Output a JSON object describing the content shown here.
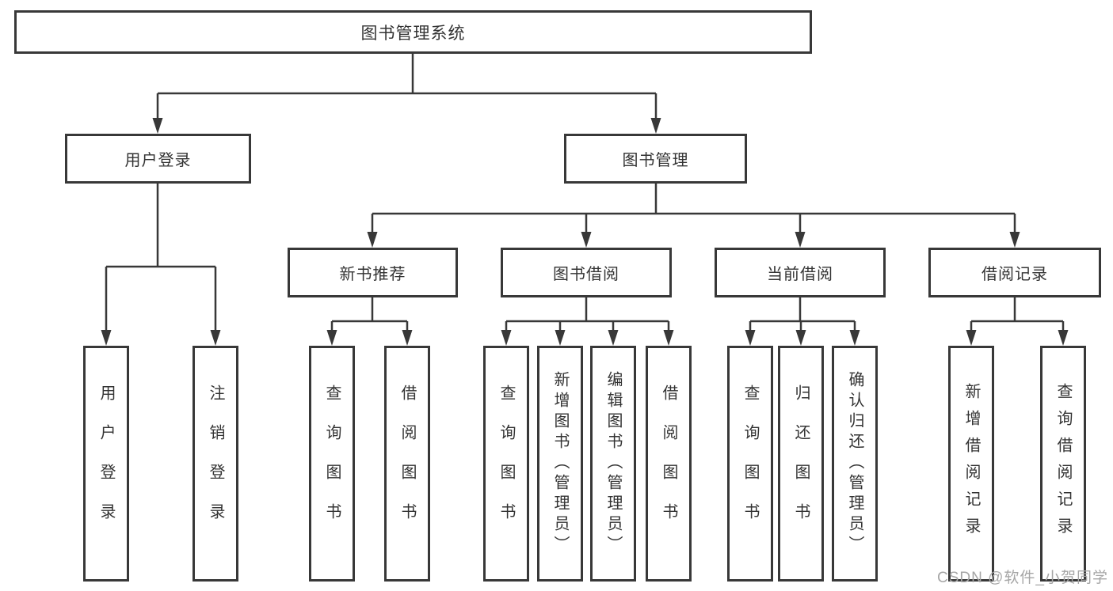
{
  "diagram": {
    "root": {
      "label": "图书管理系统"
    },
    "level2": [
      {
        "label": "用户登录"
      },
      {
        "label": "图书管理"
      }
    ],
    "level3": [
      {
        "label": "新书推荐",
        "parent": "图书管理"
      },
      {
        "label": "图书借阅",
        "parent": "图书管理"
      },
      {
        "label": "当前借阅",
        "parent": "图书管理"
      },
      {
        "label": "借阅记录",
        "parent": "图书管理"
      }
    ],
    "leaves": [
      {
        "label": "用户登录",
        "parent": "用户登录"
      },
      {
        "label": "注销登录",
        "parent": "用户登录"
      },
      {
        "label": "查询图书",
        "parent": "新书推荐"
      },
      {
        "label": "借阅图书",
        "parent": "新书推荐"
      },
      {
        "label": "查询图书",
        "parent": "图书借阅"
      },
      {
        "label": "新增图书（管理员）",
        "parent": "图书借阅"
      },
      {
        "label": "编辑图书（管理员）",
        "parent": "图书借阅"
      },
      {
        "label": "借阅图书",
        "parent": "图书借阅"
      },
      {
        "label": "查询图书",
        "parent": "当前借阅"
      },
      {
        "label": "归还图书",
        "parent": "当前借阅"
      },
      {
        "label": "确认归还（管理员）",
        "parent": "当前借阅"
      },
      {
        "label": "新增借阅记录",
        "parent": "借阅记录"
      },
      {
        "label": "查询借阅记录",
        "parent": "借阅记录"
      }
    ]
  },
  "watermark": {
    "text": "CSDN @软件_小贺同学"
  },
  "colors": {
    "line": "#383838",
    "box_border": "#383838",
    "text": "#333333",
    "background": "#ffffff",
    "watermark": "#a6a6a6"
  }
}
